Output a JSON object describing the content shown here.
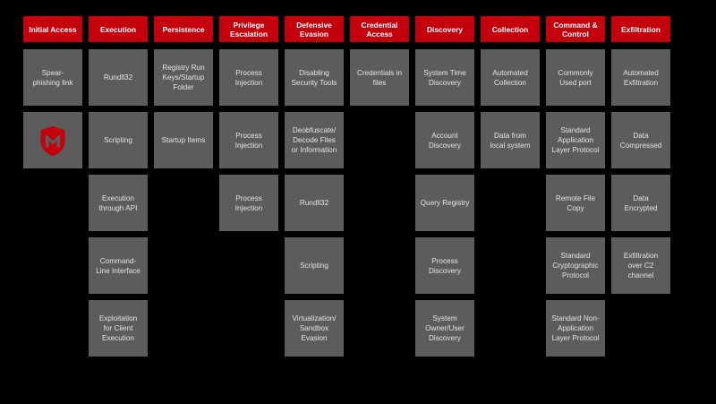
{
  "colors": {
    "header_bg": "#c4000c",
    "cell_bg": "#5c5c5c",
    "background": "#000000",
    "logo_red": "#c4000c"
  },
  "columns": [
    {
      "header": "Initial Access",
      "cells": [
        {
          "text": "Spear-\nphishing link"
        },
        {
          "icon": "mcafee-shield-logo-icon"
        }
      ]
    },
    {
      "header": "Execution",
      "cells": [
        {
          "text": "Rundll32"
        },
        {
          "text": "Scripting"
        },
        {
          "text": "Execution\nthrough API"
        },
        {
          "text": "Command-\nLine Interface"
        },
        {
          "text": "Exploitation\nfor Client\nExecution"
        }
      ]
    },
    {
      "header": "Persistence",
      "cells": [
        {
          "text": "Registry Run\nKeys/Startup\nFolder"
        },
        {
          "text": "Startup Items"
        }
      ]
    },
    {
      "header": "Privilege\nEscalation",
      "cells": [
        {
          "text": "Process\nInjection"
        },
        {
          "text": "Process\nInjection"
        },
        {
          "text": "Process\nInjection"
        }
      ]
    },
    {
      "header": "Defensive\nEvasion",
      "cells": [
        {
          "text": "Disabling\nSecurity Tools"
        },
        {
          "text": "Deobfuscate/\nDecode Files\nor Information"
        },
        {
          "text": "Rundll32"
        },
        {
          "text": "Scripting"
        },
        {
          "text": "Virtualization/\nSandbox\nEvasion"
        }
      ]
    },
    {
      "header": "Credential\nAccess",
      "cells": [
        {
          "text": "Credentials in\nfiles"
        }
      ]
    },
    {
      "header": "Discovery",
      "cells": [
        {
          "text": "System Time\nDiscovery"
        },
        {
          "text": "Account\nDiscovery"
        },
        {
          "text": "Query Registry"
        },
        {
          "text": "Process\nDiscovery"
        },
        {
          "text": "System\nOwner/User\nDiscovery"
        }
      ]
    },
    {
      "header": "Collection",
      "cells": [
        {
          "text": "Automated\nCollection"
        },
        {
          "text": "Data from\nlocal system"
        }
      ]
    },
    {
      "header": "Command &\nControl",
      "cells": [
        {
          "text": "Commonly\nUsed port"
        },
        {
          "text": "Standard\nApplication\nLayer Protocol"
        },
        {
          "text": "Remote File\nCopy"
        },
        {
          "text": "Standard\nCryptographic\nProtocol"
        },
        {
          "text": "Standard Non-\nApplication\nLayer Protocol"
        }
      ]
    },
    {
      "header": "Exfiltration",
      "cells": [
        {
          "text": "Automated\nExfiltration"
        },
        {
          "text": "Data\nCompressed"
        },
        {
          "text": "Data\nEncrypted"
        },
        {
          "text": "Exfiltration\nover C2\nchannel"
        }
      ]
    }
  ]
}
